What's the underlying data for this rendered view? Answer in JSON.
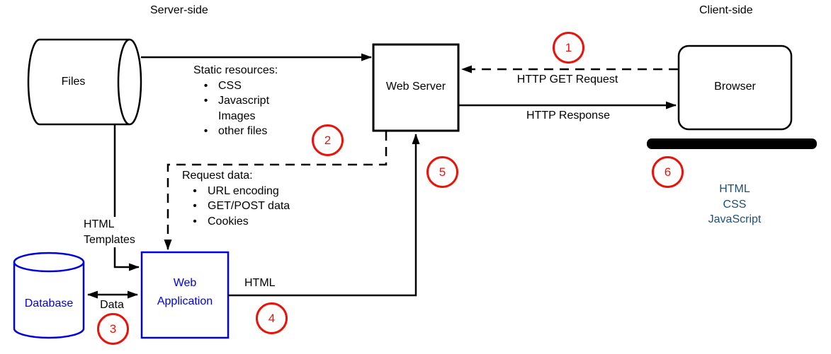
{
  "zones": {
    "server_side": "Server-side",
    "client_side": "Client-side"
  },
  "nodes": {
    "files": {
      "label": "Files"
    },
    "web_server": {
      "label": "Web Server"
    },
    "browser": {
      "label": "Browser"
    },
    "database": {
      "label": "Database"
    },
    "web_application": {
      "line1": "Web",
      "line2": "Application"
    }
  },
  "edges": {
    "http_get_request": "HTTP GET Request",
    "http_response": "HTTP Response",
    "data": "Data",
    "html": "HTML"
  },
  "annotations": {
    "static_resources": {
      "title": "Static resources:",
      "items": [
        {
          "text": "CSS",
          "bullet": true
        },
        {
          "text": "Javascript",
          "bullet": true
        },
        {
          "text": "Images",
          "bullet": false
        },
        {
          "text": "other files",
          "bullet": true
        }
      ]
    },
    "request_data": {
      "title": "Request data:",
      "items": [
        {
          "text": "URL encoding",
          "bullet": true
        },
        {
          "text": "GET/POST data",
          "bullet": true
        },
        {
          "text": "Cookies",
          "bullet": true
        }
      ]
    },
    "html_templates": {
      "line1": "HTML",
      "line2": "Templates"
    },
    "client_stack": {
      "line1": "HTML",
      "line2": "CSS",
      "line3": "JavaScript"
    }
  },
  "steps": [
    {
      "n": "1"
    },
    {
      "n": "2"
    },
    {
      "n": "3"
    },
    {
      "n": "4"
    },
    {
      "n": "5"
    },
    {
      "n": "6"
    }
  ],
  "colors": {
    "node_blue": "#0000e0",
    "stack_blue": "#1f4e79",
    "step_red": "#e8140c",
    "line_black": "#000000"
  }
}
